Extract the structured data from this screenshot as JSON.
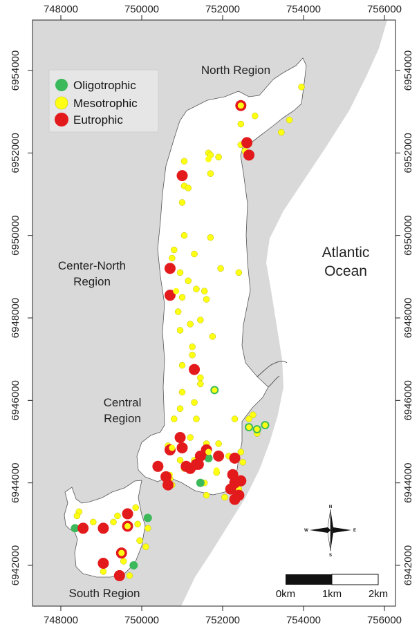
{
  "x_ticks": [
    "748000",
    "750000",
    "752000",
    "754000",
    "756000"
  ],
  "y_ticks": [
    "6954000",
    "6952000",
    "6950000",
    "6948000",
    "6946000",
    "6944000",
    "6942000"
  ],
  "regions": {
    "north": "North Region",
    "center_north_1": "Center-North",
    "center_north_2": "Region",
    "central_1": "Central",
    "central_2": "Region",
    "south": "South Region"
  },
  "ocean": {
    "line1": "Atlantic",
    "line2": "Ocean"
  },
  "legend": [
    {
      "label": "Oligotrophic",
      "color": "#3cb95a"
    },
    {
      "label": "Mesotrophic",
      "color": "#ffff14"
    },
    {
      "label": "Eutrophic",
      "color": "#e31a1c"
    }
  ],
  "scale_bar": {
    "labels": [
      "0km",
      "1km",
      "2km"
    ]
  },
  "compass": {
    "n": "N",
    "s": "S",
    "e": "E",
    "w": "W"
  },
  "colors": {
    "land": "#d9d9d9",
    "lagoon": "#ffffff",
    "oligotrophic": "#3cb95a",
    "mesotrophic": "#ffff14",
    "eutrophic": "#e31a1c"
  },
  "stations": {
    "mesotrophic": [
      [
        753950,
        6953600
      ],
      [
        753650,
        6952800
      ],
      [
        753450,
        6952500
      ],
      [
        752800,
        6952900
      ],
      [
        752450,
        6952700
      ],
      [
        752450,
        6952200
      ],
      [
        752550,
        6952050
      ],
      [
        751650,
        6952000
      ],
      [
        751050,
        6951800
      ],
      [
        751700,
        6951950
      ],
      [
        751900,
        6951900
      ],
      [
        751700,
        6951500
      ],
      [
        751050,
        6951200
      ],
      [
        751150,
        6951150
      ],
      [
        751000,
        6950800
      ],
      [
        751050,
        6950000
      ],
      [
        750800,
        6949650
      ],
      [
        750750,
        6949450
      ],
      [
        751300,
        6949550
      ],
      [
        751700,
        6949950
      ],
      [
        751950,
        6949200
      ],
      [
        752400,
        6949100
      ],
      [
        750950,
        6949100
      ],
      [
        751150,
        6948900
      ],
      [
        751000,
        6948500
      ],
      [
        751350,
        6948700
      ],
      [
        751550,
        6948650
      ],
      [
        751600,
        6948450
      ],
      [
        750900,
        6948150
      ],
      [
        750950,
        6947700
      ],
      [
        751200,
        6947850
      ],
      [
        751450,
        6947950
      ],
      [
        751750,
        6947550
      ],
      [
        751250,
        6947300
      ],
      [
        751250,
        6947100
      ],
      [
        751000,
        6946850
      ],
      [
        751450,
        6946550
      ],
      [
        751000,
        6946200
      ],
      [
        751450,
        6946400
      ],
      [
        751300,
        6945950
      ],
      [
        750950,
        6945800
      ],
      [
        750800,
        6945550
      ],
      [
        751350,
        6945550
      ],
      [
        752300,
        6945550
      ],
      [
        752750,
        6945650
      ],
      [
        752650,
        6945550
      ],
      [
        752850,
        6945200
      ],
      [
        751200,
        6945100
      ],
      [
        750650,
        6944900
      ],
      [
        751600,
        6944950
      ],
      [
        751900,
        6944950
      ],
      [
        752150,
        6944650
      ],
      [
        752450,
        6944750
      ],
      [
        752500,
        6944500
      ],
      [
        750950,
        6944550
      ],
      [
        751050,
        6944350
      ],
      [
        751300,
        6944550
      ],
      [
        751850,
        6944250
      ],
      [
        751550,
        6944000
      ],
      [
        751600,
        6943700
      ],
      [
        752050,
        6943650
      ],
      [
        752400,
        6943850
      ],
      [
        750750,
        6943950
      ],
      [
        750550,
        6944150
      ],
      [
        750700,
        6944100
      ],
      [
        748450,
        6943300
      ],
      [
        748400,
        6943200
      ],
      [
        748600,
        6942900
      ],
      [
        748800,
        6943050
      ],
      [
        749400,
        6943200
      ],
      [
        749850,
        6943400
      ],
      [
        749300,
        6943050
      ],
      [
        749900,
        6943000
      ],
      [
        749950,
        6942600
      ],
      [
        750150,
        6942900
      ],
      [
        750100,
        6942450
      ],
      [
        749550,
        6942100
      ],
      [
        749450,
        6941750
      ],
      [
        749700,
        6941750
      ],
      [
        749050,
        6941850
      ],
      [
        748450,
        6942900
      ]
    ],
    "eutrophic": [
      [
        752450,
        6953150
      ],
      [
        752600,
        6952250
      ],
      [
        752650,
        6951950
      ],
      [
        751000,
        6951450
      ],
      [
        750700,
        6949200
      ],
      [
        750700,
        6948550
      ],
      [
        751300,
        6946750
      ],
      [
        750950,
        6945100
      ],
      [
        750700,
        6944800
      ],
      [
        751100,
        6944400
      ],
      [
        751200,
        6944350
      ],
      [
        751350,
        6944450
      ],
      [
        751450,
        6944650
      ],
      [
        751400,
        6944450
      ],
      [
        751600,
        6944800
      ],
      [
        751900,
        6944650
      ],
      [
        752300,
        6944600
      ],
      [
        750400,
        6944400
      ],
      [
        750600,
        6944150
      ],
      [
        750650,
        6943950
      ],
      [
        752250,
        6944200
      ],
      [
        752300,
        6944000
      ],
      [
        752450,
        6944050
      ],
      [
        752200,
        6943850
      ],
      [
        752400,
        6943700
      ],
      [
        752300,
        6943600
      ],
      [
        751000,
        6944850
      ],
      [
        748550,
        6942900
      ],
      [
        749050,
        6942900
      ],
      [
        749650,
        6943250
      ],
      [
        749650,
        6942950
      ],
      [
        749500,
        6942300
      ],
      [
        749050,
        6942050
      ],
      [
        749450,
        6941750
      ]
    ],
    "eutrophic_yellow": [
      [
        752450,
        6953150
      ],
      [
        751650,
        6951850
      ],
      [
        750850,
        6948650
      ],
      [
        751650,
        6944750
      ],
      [
        751850,
        6944300
      ],
      [
        749650,
        6942950
      ],
      [
        749500,
        6942300
      ],
      [
        750750,
        6944850
      ]
    ],
    "oligotrophic": [
      [
        748350,
        6942900
      ],
      [
        750150,
        6943150
      ],
      [
        749800,
        6942000
      ],
      [
        751450,
        6944000
      ],
      [
        751650,
        6944600
      ],
      [
        752650,
        6945350
      ],
      [
        752850,
        6945300
      ],
      [
        753050,
        6945400
      ],
      [
        751800,
        6946250
      ]
    ],
    "oligotrophic_yellow": [
      [
        751800,
        6946250
      ],
      [
        752650,
        6945350
      ],
      [
        752850,
        6945300
      ],
      [
        753050,
        6945400
      ],
      [
        750700,
        6944200
      ],
      [
        752650,
        6952200
      ]
    ]
  }
}
